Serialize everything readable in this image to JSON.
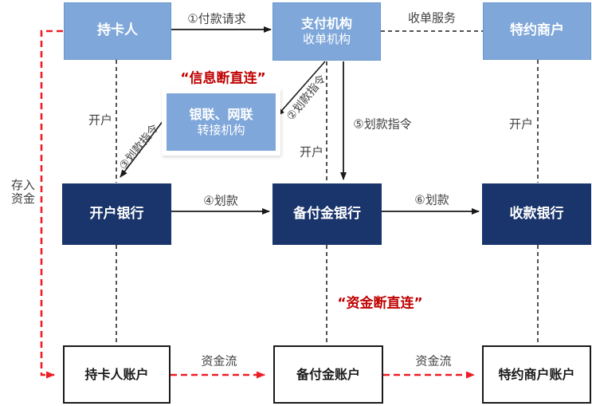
{
  "diagram": {
    "nodes": {
      "cardholder": "持卡人",
      "payment_institution_line1": "支付机构",
      "payment_institution_line2": "收单机构",
      "merchant": "特约商户",
      "relay_line1": "银联、网联",
      "relay_line2": "转接机构",
      "opening_bank": "开户银行",
      "reserve_bank": "备付金银行",
      "receiving_bank": "收款银行",
      "cardholder_account": "持卡人账户",
      "reserve_account": "备付金账户",
      "merchant_account": "特约商户账户"
    },
    "edge_labels": {
      "step1": "①付款请求",
      "acquiring_service": "收单服务",
      "step2": "②划款指令",
      "step3": "③划款指令",
      "step4": "④划款",
      "step5": "⑤划款指令",
      "step6": "⑥划款",
      "open_account_cardholder": "开户",
      "open_account_payment": "开户",
      "open_account_merchant": "开户",
      "deposit_funds": "存入资金",
      "funds_flow_left": "资金流",
      "funds_flow_right": "资金流"
    },
    "annotations": {
      "info_break": "“信息断直连”",
      "funds_break": "“资金断直连”"
    },
    "colors": {
      "light_blue": "#7FA7DA",
      "dark_blue": "#1A356B",
      "red_line": "#EE1C25",
      "red_text": "#C00000",
      "line_black": "#1A1A1A"
    }
  }
}
